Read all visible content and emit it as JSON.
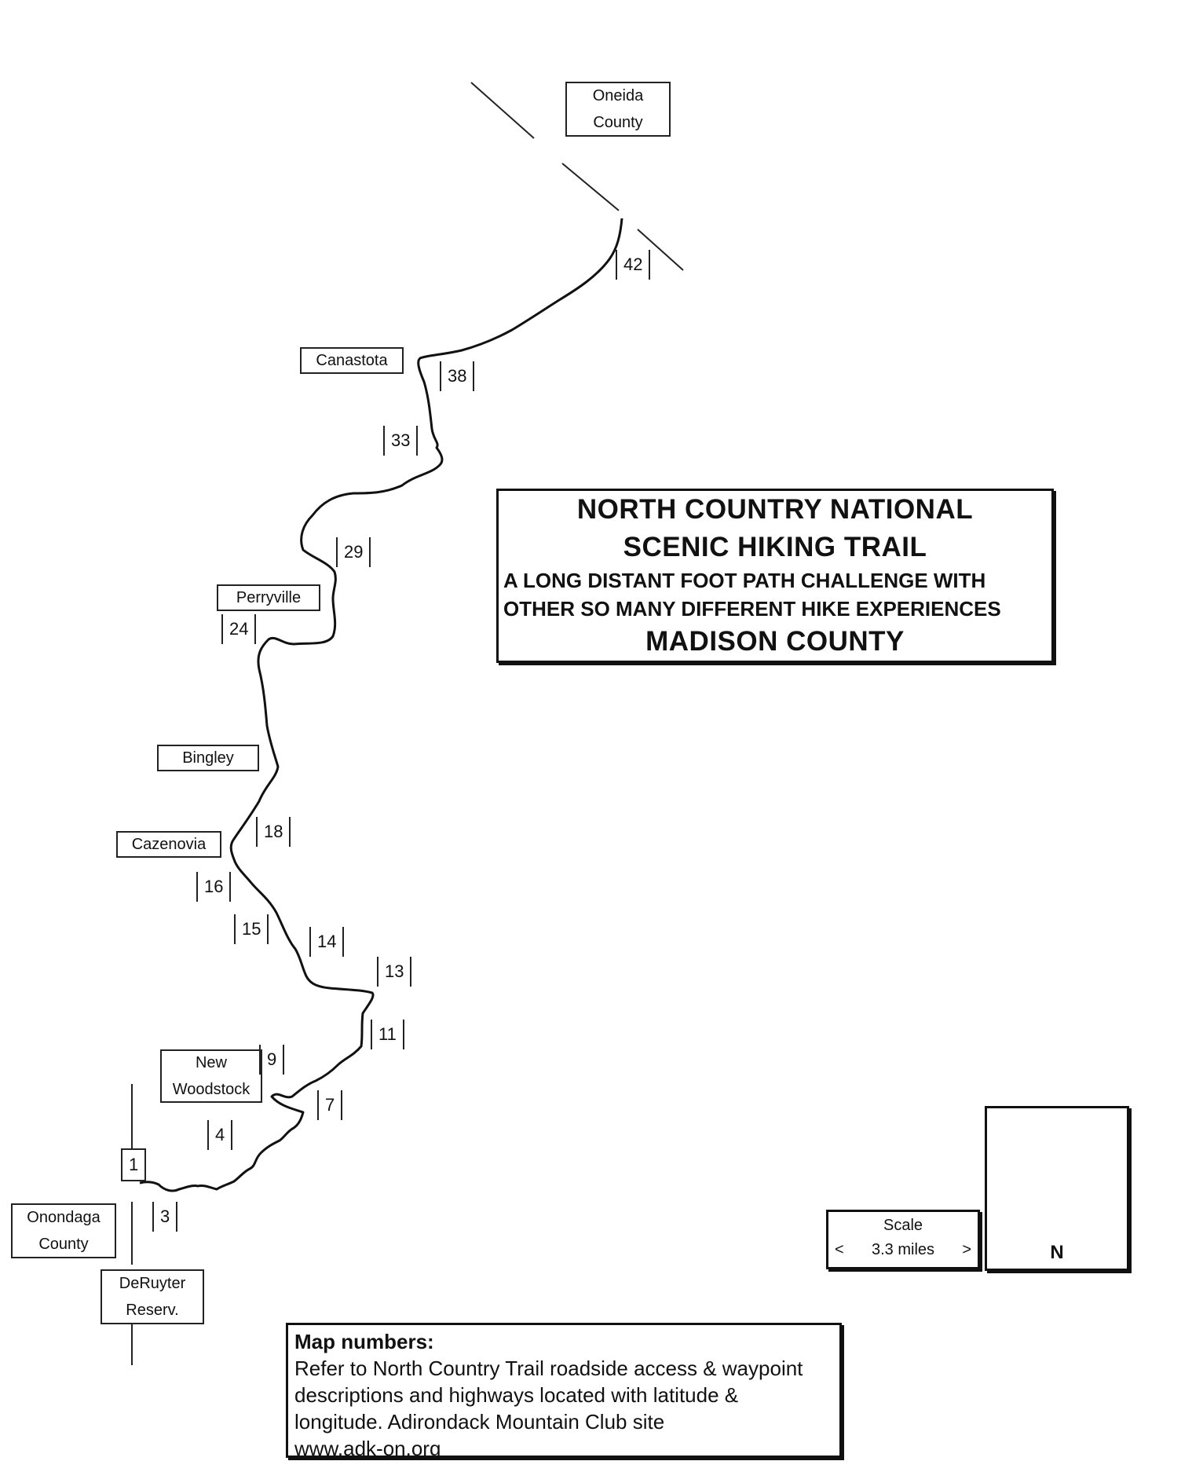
{
  "title": {
    "line1": "NORTH COUNTRY NATIONAL",
    "line2": "SCENIC HIKING TRAIL",
    "line3": "A LONG DISTANT FOOT PATH CHALLENGE WITH",
    "line4": "OTHER SO MANY DIFFERENT HIKE EXPERIENCES",
    "line5": "MADISON COUNTY"
  },
  "places": {
    "oneida_line1": "Oneida",
    "oneida_line2": "County",
    "canastota": "Canastota",
    "perryville": "Perryville",
    "bingley": "Bingley",
    "cazenovia": "Cazenovia",
    "new_woodstock_line1": "New",
    "new_woodstock_line2": "Woodstock",
    "onondaga_line1": "Onondaga",
    "onondaga_line2": "County",
    "deruyter_line1": "DeRuyter",
    "deruyter_line2": "Reserv."
  },
  "waypoints": {
    "wp42": "42",
    "wp38": "38",
    "wp33": "33",
    "wp29": "29",
    "wp24": "24",
    "wp18": "18",
    "wp16": "16",
    "wp15": "15",
    "wp14": "14",
    "wp13": "13",
    "wp11": "11",
    "wp9": "9",
    "wp7": "7",
    "wp4": "4",
    "wp1": "1",
    "wp3": "3"
  },
  "scale": {
    "label": "Scale",
    "left_arrow": "<",
    "value": "3.3 miles",
    "right_arrow": ">"
  },
  "north": {
    "label": "N"
  },
  "legend": {
    "heading": "Map numbers:",
    "line1": "Refer to North Country Trail roadside access & waypoint",
    "line2": "descriptions and highways located with latitude &",
    "line3": "longitude. Adirondack Mountain Club site",
    "url": "www.adk-on.org"
  }
}
